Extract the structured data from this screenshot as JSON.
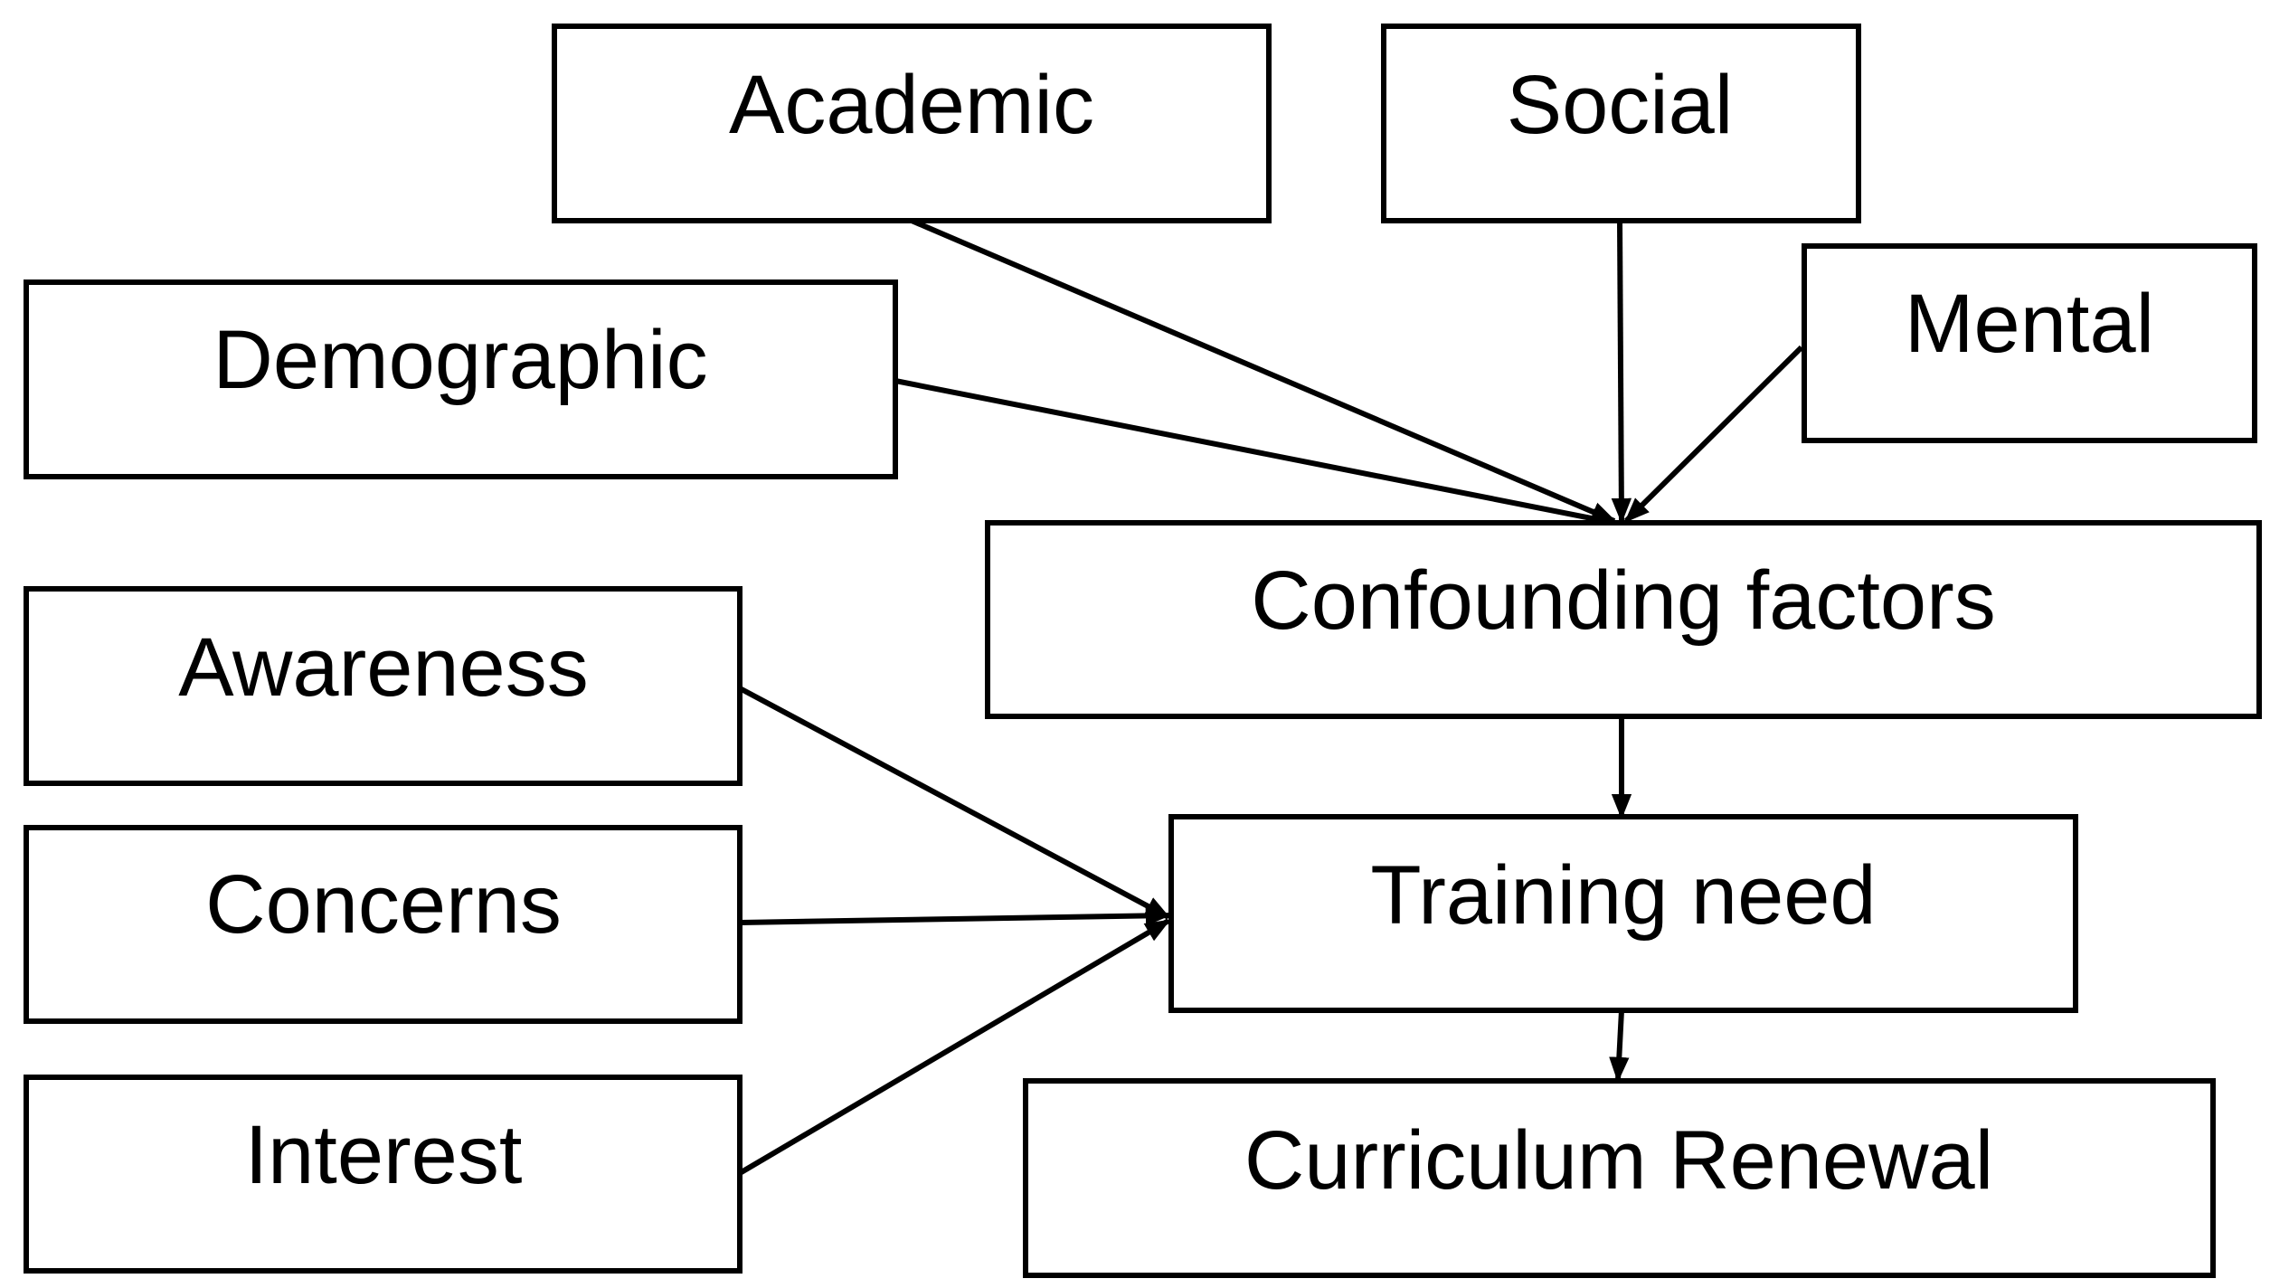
{
  "nodes": {
    "academic": "Academic",
    "social": "Social",
    "mental": "Mental",
    "demographic": "Demographic",
    "confounding_factors": "Confounding factors",
    "awareness": "Awareness",
    "concerns": "Concerns",
    "interest": "Interest",
    "training_need": "Training need",
    "curriculum_renewal": "Curriculum Renewal"
  },
  "edges": [
    {
      "from": "academic",
      "to": "confounding_factors"
    },
    {
      "from": "social",
      "to": "confounding_factors"
    },
    {
      "from": "mental",
      "to": "confounding_factors"
    },
    {
      "from": "demographic",
      "to": "confounding_factors"
    },
    {
      "from": "confounding_factors",
      "to": "training_need"
    },
    {
      "from": "awareness",
      "to": "training_need"
    },
    {
      "from": "concerns",
      "to": "training_need"
    },
    {
      "from": "interest",
      "to": "training_need"
    },
    {
      "from": "training_need",
      "to": "curriculum_renewal"
    }
  ]
}
